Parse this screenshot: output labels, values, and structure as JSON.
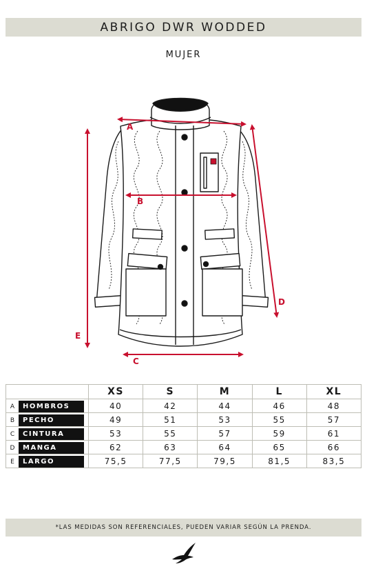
{
  "title": "ABRIGO DWR WODDED",
  "subtitle": "MUJER",
  "diagram": {
    "label_a": "A",
    "label_b": "B",
    "label_c": "C",
    "label_d": "D",
    "label_e": "E",
    "arrow_color": "#c8102e"
  },
  "table": {
    "sizes": [
      "XS",
      "S",
      "M",
      "L",
      "XL"
    ],
    "rows": [
      {
        "letter": "A",
        "label": "HOMBROS",
        "values": [
          "40",
          "42",
          "44",
          "46",
          "48"
        ]
      },
      {
        "letter": "B",
        "label": "PECHO",
        "values": [
          "49",
          "51",
          "53",
          "55",
          "57"
        ]
      },
      {
        "letter": "C",
        "label": "CINTURA",
        "values": [
          "53",
          "55",
          "57",
          "59",
          "61"
        ]
      },
      {
        "letter": "D",
        "label": "MANGA",
        "values": [
          "62",
          "63",
          "64",
          "65",
          "66"
        ]
      },
      {
        "letter": "E",
        "label": "LARGO",
        "values": [
          "75,5",
          "77,5",
          "79,5",
          "81,5",
          "83,5"
        ]
      }
    ]
  },
  "footnote": "*Las medidas son referenciales, pueden variar según la prenda.",
  "colors": {
    "band": "#dcdcd2",
    "label_bg": "#111111",
    "arrow": "#c8102e"
  },
  "logo_icon": "bird-logo-icon"
}
